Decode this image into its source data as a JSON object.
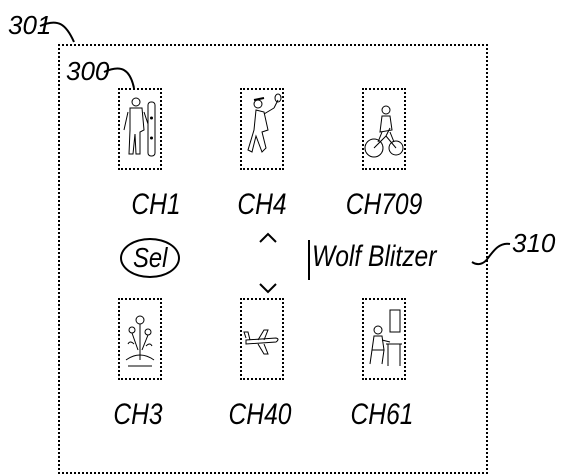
{
  "refs": {
    "outer": "301",
    "tile": "300",
    "name_field": "310"
  },
  "channels": [
    {
      "label": "CH1",
      "icon": "snowboarder-icon"
    },
    {
      "label": "CH4",
      "icon": "tennis-player-icon"
    },
    {
      "label": "CH709",
      "icon": "cyclist-icon"
    },
    {
      "label": "CH3",
      "icon": "flowers-icon"
    },
    {
      "label": "CH40",
      "icon": "airplane-icon"
    },
    {
      "label": "CH61",
      "icon": "reader-at-desk-icon"
    }
  ],
  "select_label": "Sel",
  "name_field": "Wolf Blitzer"
}
